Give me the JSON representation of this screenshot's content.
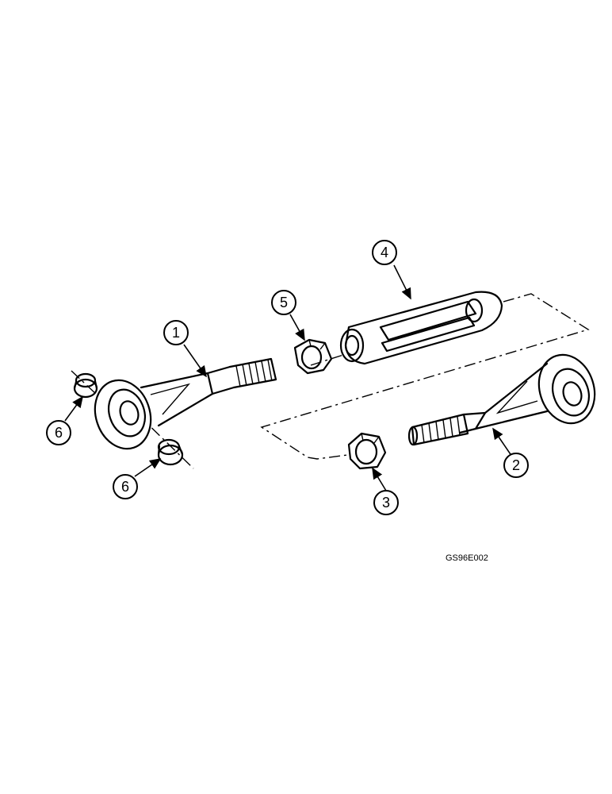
{
  "callouts": [
    {
      "id": "1",
      "label": "1"
    },
    {
      "id": "2",
      "label": "2"
    },
    {
      "id": "3",
      "label": "3"
    },
    {
      "id": "4",
      "label": "4"
    },
    {
      "id": "5",
      "label": "5"
    },
    {
      "id": "6a",
      "label": "6"
    },
    {
      "id": "6b",
      "label": "6"
    }
  ],
  "figure_code": "GS96E002"
}
